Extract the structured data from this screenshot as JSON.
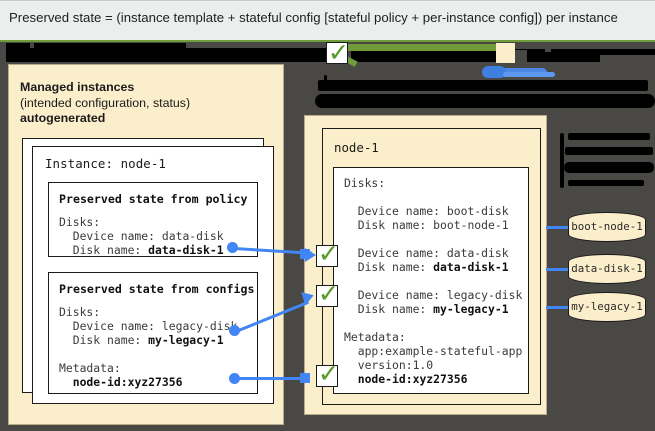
{
  "caption": {
    "text": "Preserved state = (instance template + stateful config [stateful policy + per-instance config]) per instance"
  },
  "left_panel": {
    "title_line1": "Managed instances",
    "title_line2": "(intended configuration, status)",
    "title_line3": "autogenerated",
    "instance_heading": "Instance: node-1",
    "cards": [
      {
        "title": "Preserved state from policy",
        "lines": "Disks:\n  Device name: data-disk\n  Disk name: ",
        "bold_tail": "data-disk-1"
      },
      {
        "title": "Preserved state from configs",
        "lines_a": "Disks:\n  Device name: legacy-disk\n  Disk name: ",
        "bold_a": "my-legacy-1",
        "lines_b": "\n\nMetadata:\n  ",
        "bold_b": "node-id:xyz27356"
      }
    ]
  },
  "right_panel": {
    "node_heading": "node-1",
    "body_pre": "Disks:\n\n  Device name: boot-disk\n  Disk name: boot-node-1\n\n  Device name: data-disk\n  Disk name: ",
    "bold_1": "data-disk-1",
    "body_mid": "\n\n  Device name: legacy-disk\n  Disk name: ",
    "bold_2": "my-legacy-1",
    "body_meta": "\n\nMetadata:\n  app:example-stateful-app\n  version:1.0\n  ",
    "bold_3": "node-id:xyz27356"
  },
  "checkmarks": [
    {
      "name": "check-data-disk",
      "glyph": "✓"
    },
    {
      "name": "check-legacy-disk",
      "glyph": "✓"
    },
    {
      "name": "check-metadata",
      "glyph": "✓"
    },
    {
      "name": "check-top",
      "glyph": "✓"
    }
  ],
  "disks": [
    {
      "label": "boot-node-1"
    },
    {
      "label": "data-disk-1"
    },
    {
      "label": "my-legacy-1"
    }
  ],
  "colors": {
    "cream": "#fbeecb",
    "dark_bg": "#4a4845",
    "caption_bg": "#eceeed",
    "blue": "#4285f4",
    "green": "#5a9c2b",
    "green_rule": "#6f9b39"
  }
}
